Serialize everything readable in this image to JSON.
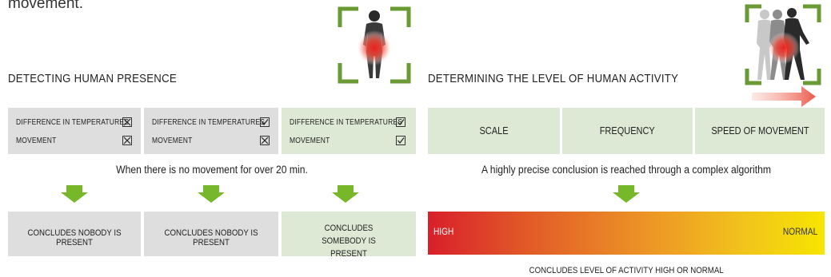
{
  "intro_fragment": "movement.",
  "left": {
    "title": "DETECTING HUMAN PRESENCE",
    "cases": [
      {
        "rows": [
          {
            "label": "DIFFERENCE IN TEMPERATURES",
            "state": "x"
          },
          {
            "label": "MOVEMENT",
            "state": "x"
          }
        ],
        "result": "CONCLUDES NOBODY IS PRESENT",
        "color": "#dedede"
      },
      {
        "rows": [
          {
            "label": "DIFFERENCE IN TEMPERATURES",
            "state": "check"
          },
          {
            "label": "MOVEMENT",
            "state": "x"
          }
        ],
        "result": "CONCLUDES NOBODY IS PRESENT",
        "color": "#dedede"
      },
      {
        "rows": [
          {
            "label": "DIFFERENCE IN TEMPERATURES",
            "state": "check"
          },
          {
            "label": "MOVEMENT",
            "state": "check"
          }
        ],
        "result": "CONCLUDES SOMEBODY IS PRESENT",
        "color": "#dde9d5"
      }
    ],
    "note": "When there is no movement for over 20 min."
  },
  "right": {
    "title": "DETERMINING THE LEVEL OF HUMAN ACTIVITY",
    "factors": [
      "SCALE",
      "FREQUENCY",
      "SPEED OF MOVEMENT"
    ],
    "note": "A highly precise conclusion is reached through a complex algorithm",
    "bar_low_label": "HIGH",
    "bar_high_label": "NORMAL",
    "caption": "CONCLUDES LEVEL OF ACTIVITY HIGH OR NORMAL"
  },
  "colors": {
    "grey_box": "#dedede",
    "green_box": "#dde9d5",
    "arrow_green": "#76b82a",
    "bracket_green": "#6a9a34",
    "bar_start": "#d81f2b",
    "bar_end": "#f6e500"
  },
  "icons": [
    "x-icon",
    "check-icon",
    "arrow-down-icon",
    "standing-person-icon",
    "walking-people-icon",
    "arrow-right-icon"
  ]
}
